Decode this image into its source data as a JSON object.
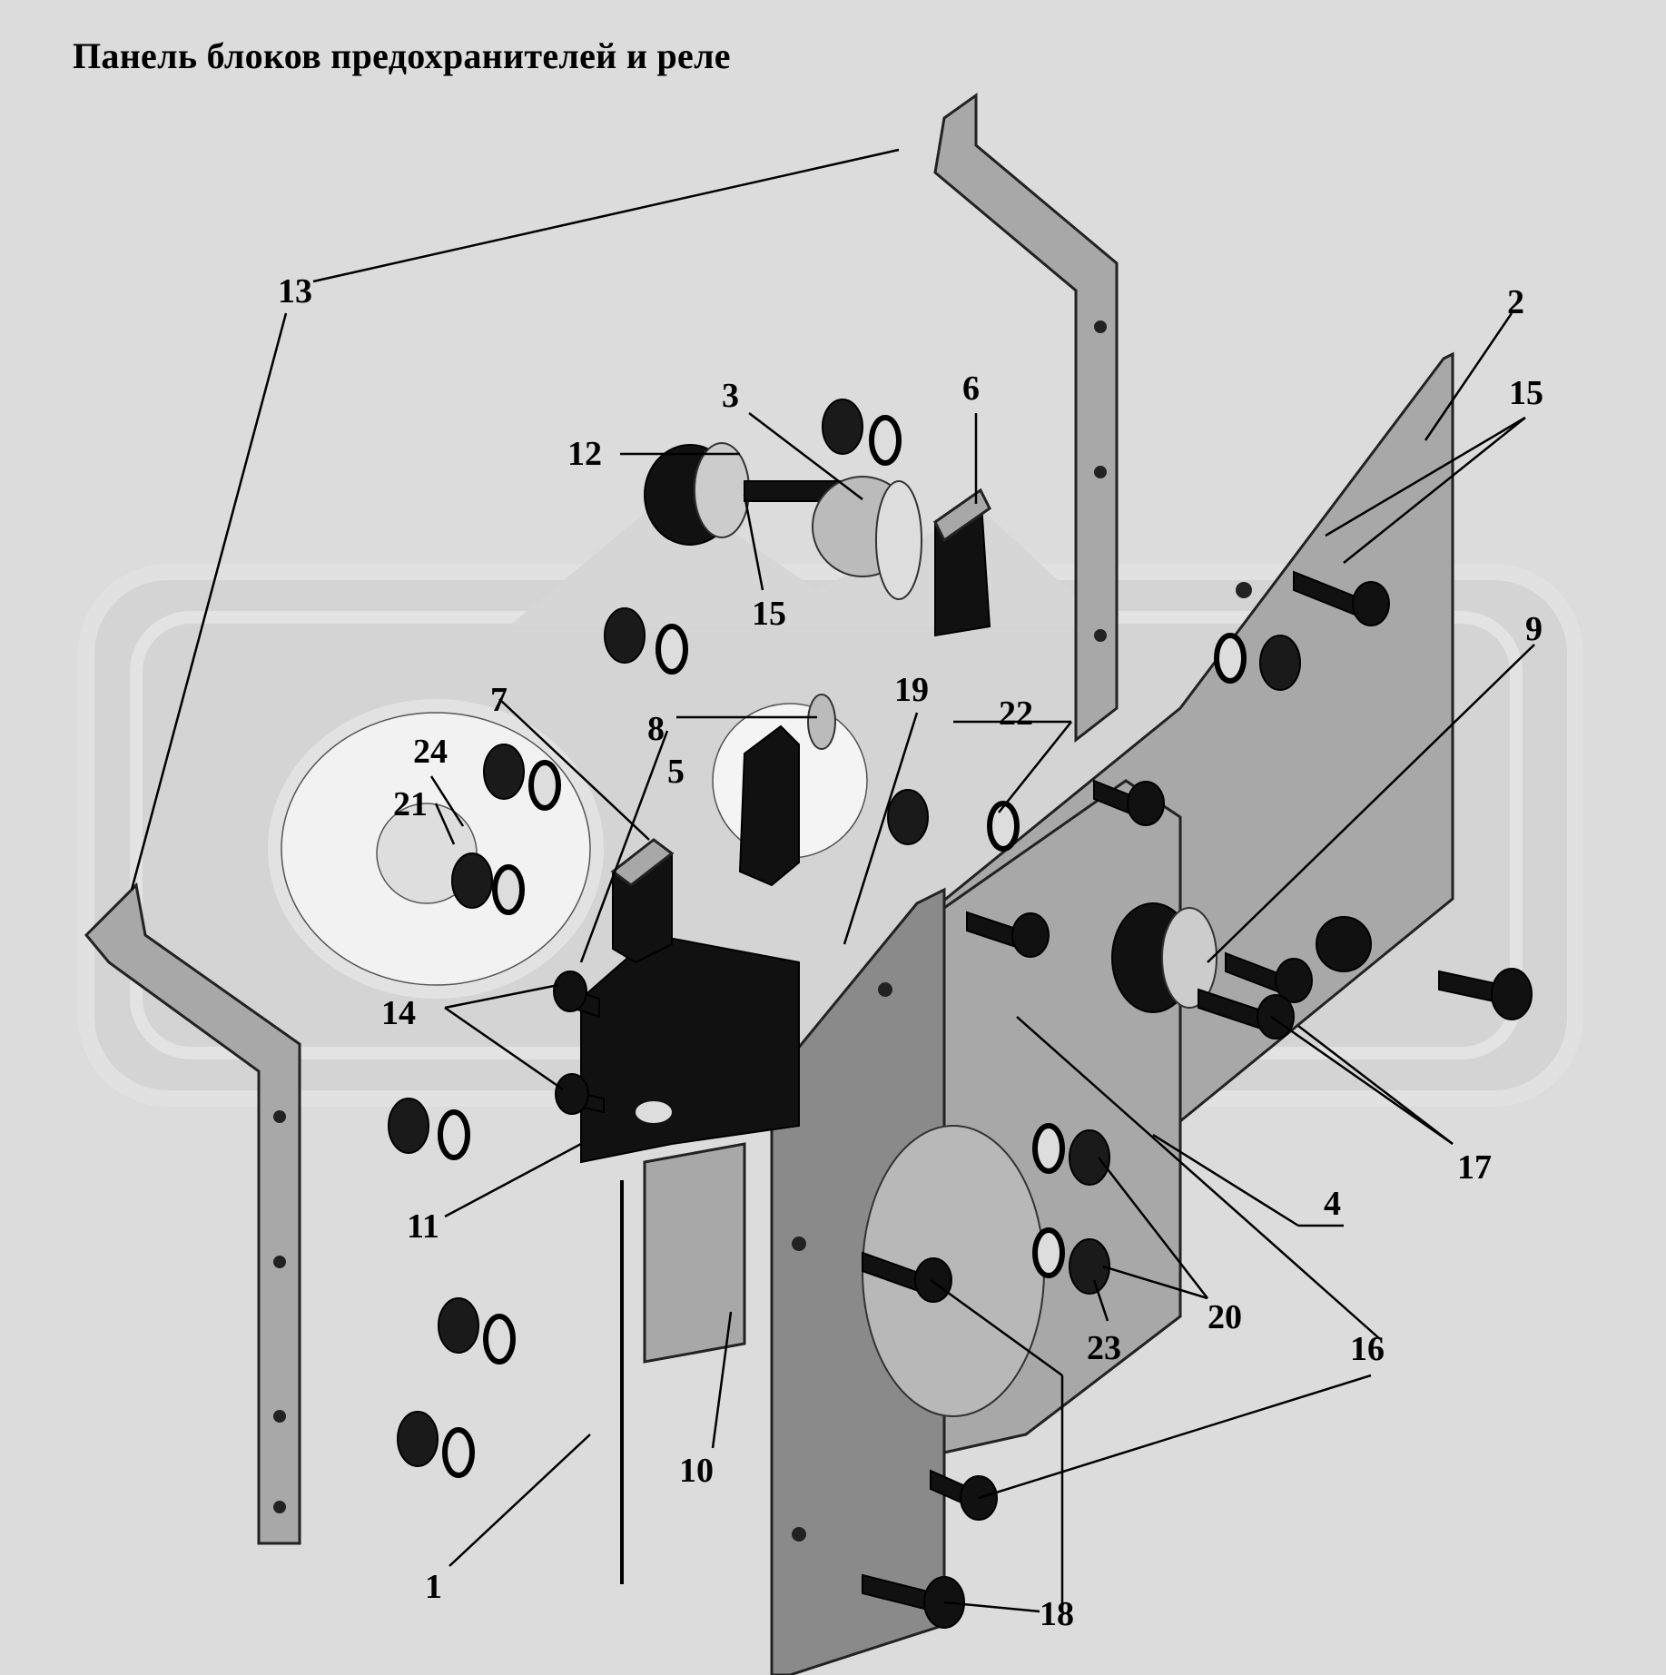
{
  "title": "Панель блоков предохранителей и реле",
  "callouts": [
    {
      "id": "c1",
      "label": "1"
    },
    {
      "id": "c2",
      "label": "2"
    },
    {
      "id": "c3",
      "label": "3"
    },
    {
      "id": "c4",
      "label": "4"
    },
    {
      "id": "c5",
      "label": "5"
    },
    {
      "id": "c6",
      "label": "6"
    },
    {
      "id": "c7",
      "label": "7"
    },
    {
      "id": "c8",
      "label": "8"
    },
    {
      "id": "c9",
      "label": "9"
    },
    {
      "id": "c10",
      "label": "10"
    },
    {
      "id": "c11",
      "label": "11"
    },
    {
      "id": "c12",
      "label": "12"
    },
    {
      "id": "c13",
      "label": "13"
    },
    {
      "id": "c14",
      "label": "14"
    },
    {
      "id": "c15a",
      "label": "15"
    },
    {
      "id": "c15b",
      "label": "15"
    },
    {
      "id": "c16a",
      "label": "16"
    },
    {
      "id": "c17",
      "label": "17"
    },
    {
      "id": "c18a",
      "label": "18"
    },
    {
      "id": "c19",
      "label": "19"
    },
    {
      "id": "c20",
      "label": "20"
    },
    {
      "id": "c21",
      "label": "21"
    },
    {
      "id": "c22",
      "label": "22"
    },
    {
      "id": "c23",
      "label": "23"
    },
    {
      "id": "c24",
      "label": "24"
    }
  ]
}
